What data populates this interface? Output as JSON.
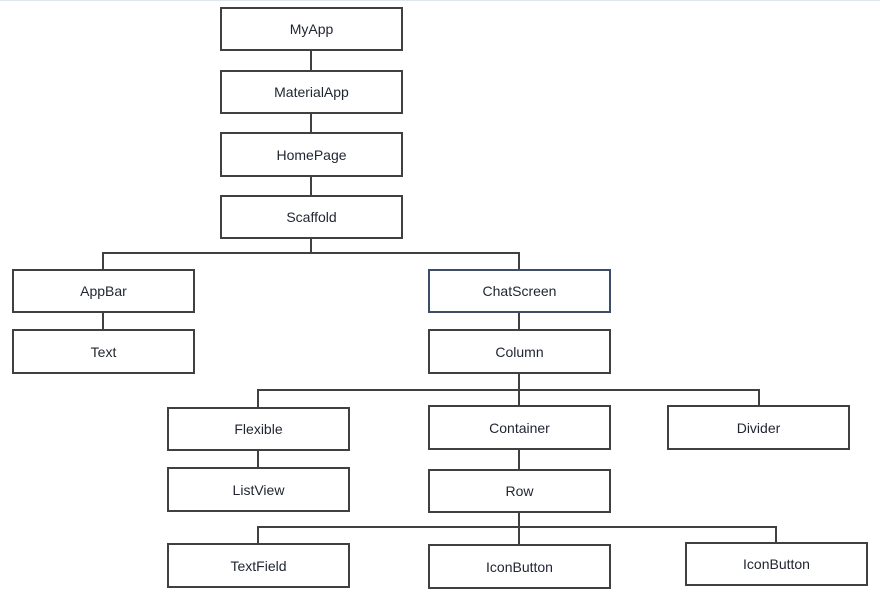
{
  "diagram": {
    "type": "widget-tree",
    "nodes": [
      {
        "id": "myapp",
        "label": "MyApp"
      },
      {
        "id": "materialapp",
        "label": "MaterialApp"
      },
      {
        "id": "homepage",
        "label": "HomePage"
      },
      {
        "id": "scaffold",
        "label": "Scaffold"
      },
      {
        "id": "appbar",
        "label": "AppBar"
      },
      {
        "id": "text",
        "label": "Text"
      },
      {
        "id": "chatscreen",
        "label": "ChatScreen"
      },
      {
        "id": "column",
        "label": "Column"
      },
      {
        "id": "flexible",
        "label": "Flexible"
      },
      {
        "id": "listview",
        "label": "ListView"
      },
      {
        "id": "container",
        "label": "Container"
      },
      {
        "id": "divider",
        "label": "Divider"
      },
      {
        "id": "row",
        "label": "Row"
      },
      {
        "id": "textfield",
        "label": "TextField"
      },
      {
        "id": "iconbutton1",
        "label": "IconButton"
      },
      {
        "id": "iconbutton2",
        "label": "IconButton"
      }
    ],
    "edges": [
      [
        "myapp",
        "materialapp"
      ],
      [
        "materialapp",
        "homepage"
      ],
      [
        "homepage",
        "scaffold"
      ],
      [
        "scaffold",
        "appbar"
      ],
      [
        "scaffold",
        "chatscreen"
      ],
      [
        "appbar",
        "text"
      ],
      [
        "chatscreen",
        "column"
      ],
      [
        "column",
        "flexible"
      ],
      [
        "column",
        "container"
      ],
      [
        "column",
        "divider"
      ],
      [
        "flexible",
        "listview"
      ],
      [
        "container",
        "row"
      ],
      [
        "row",
        "textfield"
      ],
      [
        "row",
        "iconbutton1"
      ],
      [
        "row",
        "iconbutton2"
      ]
    ]
  }
}
